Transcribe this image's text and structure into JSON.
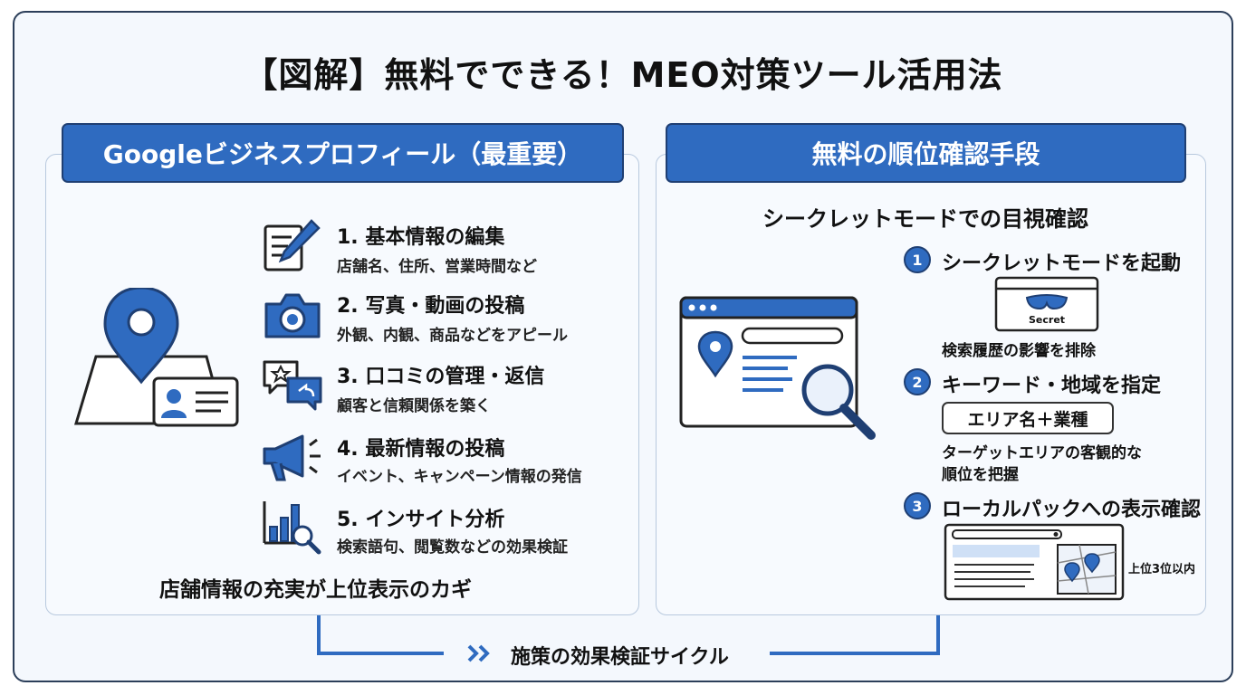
{
  "title": "【図解】無料でできる！MEO対策ツール活用法",
  "left": {
    "header": "Googleビジネスプロフィール（最重要）",
    "items": [
      {
        "title": "1. 基本情報の編集",
        "desc": "店舗名、住所、営業時間など",
        "icon": "edit-document-icon"
      },
      {
        "title": "2. 写真・動画の投稿",
        "desc": "外観、内観、商品などをアピール",
        "icon": "camera-icon"
      },
      {
        "title": "3. 口コミの管理・返信",
        "desc": "顧客と信頼関係を築く",
        "icon": "chat-bubbles-icon"
      },
      {
        "title": "4. 最新情報の投稿",
        "desc": "イベント、キャンペーン情報の発信",
        "icon": "megaphone-icon"
      },
      {
        "title": "5. インサイト分析",
        "desc": "検索語句、閲覧数などの効果検証",
        "icon": "analytics-chart-icon"
      }
    ],
    "footer": "店舗情報の充実が上位表示のカギ"
  },
  "right": {
    "header": "無料の順位確認手段",
    "subtitle": "シークレットモードでの目視確認",
    "steps": [
      {
        "num": "1",
        "title": "シークレットモードを起動"
      },
      {
        "num": "2",
        "title": "キーワード・地域を指定"
      },
      {
        "num": "3",
        "title": "ローカルパックへの表示確認"
      }
    ],
    "secret_label": "Secret",
    "step1_note": "検索履歴の影響を排除",
    "keyword_pill": "エリア名＋業種",
    "step2_note_line1": "ターゲットエリアの客観的な",
    "step2_note_line2": "順位を把握",
    "rank_note": "上位3位以内"
  },
  "cycle_label": "施策の効果検証サイクル",
  "colors": {
    "accent": "#2f6bc0",
    "dark": "#1f3f73",
    "panel_border": "#b8c9de",
    "background": "#f4f8fd"
  }
}
